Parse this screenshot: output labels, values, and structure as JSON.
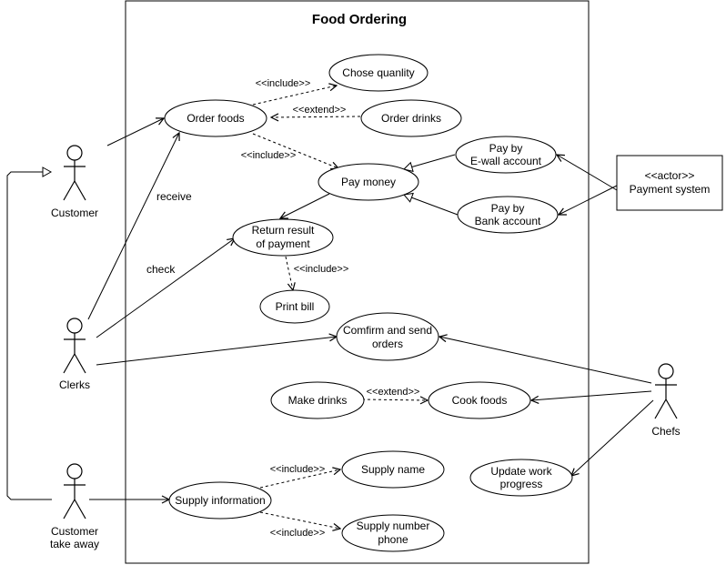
{
  "diagram": {
    "title": "Food Ordering",
    "actors": {
      "customer": "Customer",
      "clerks": "Clerks",
      "customer_take_away": [
        "Customer",
        "take away"
      ],
      "chefs": "Chefs",
      "payment_system": [
        "<<actor>>",
        "Payment system"
      ]
    },
    "use_cases": {
      "order_foods": [
        "Order foods"
      ],
      "chose_quantity": [
        "Chose quanlity"
      ],
      "order_drinks": [
        "Order drinks"
      ],
      "pay_money": [
        "Pay money"
      ],
      "pay_ewallet": [
        "Pay by",
        "E-wall account"
      ],
      "pay_bank": [
        "Pay by",
        "Bank account"
      ],
      "return_result": [
        "Return result",
        "of payment"
      ],
      "print_bill": [
        "Print bill"
      ],
      "confirm_send": [
        "Comfirm and send",
        "orders"
      ],
      "make_drinks": [
        "Make drinks"
      ],
      "cook_foods": [
        "Cook foods"
      ],
      "update_progress": [
        "Update work",
        "progress"
      ],
      "supply_name": [
        "Supply name"
      ],
      "supply_info": [
        "Supply information"
      ],
      "supply_phone": [
        "Supply number",
        "phone"
      ]
    },
    "relation_labels": {
      "include_quantity": "<<include>>",
      "extend_drinks": "<<extend>>",
      "include_pay": "<<include>>",
      "include_bill": "<<include>>",
      "extend_cook": "<<extend>>",
      "include_name": "<<include>>",
      "include_phone": "<<include>>",
      "receive": "receive",
      "check": "check"
    }
  }
}
